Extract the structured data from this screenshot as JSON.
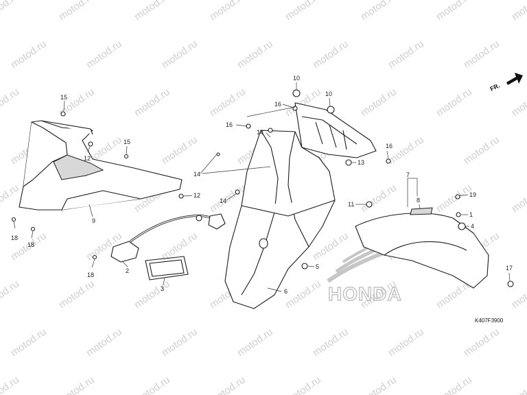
{
  "watermark": "motod.ru",
  "diagram_code": "K407F3900",
  "front_marker": "FR.",
  "brand_mark": "HONDA",
  "callouts": [
    {
      "id": "c10a",
      "label": "10"
    },
    {
      "id": "c10b",
      "label": "10"
    },
    {
      "id": "c16a",
      "label": "16"
    },
    {
      "id": "c16b",
      "label": "16"
    },
    {
      "id": "c16c",
      "label": "16"
    },
    {
      "id": "c15a",
      "label": "15"
    },
    {
      "id": "c15b",
      "label": "15"
    },
    {
      "id": "c14a",
      "label": "14"
    },
    {
      "id": "c14b",
      "label": "14"
    },
    {
      "id": "c14c",
      "label": "14"
    },
    {
      "id": "c12a",
      "label": "12"
    },
    {
      "id": "c12b",
      "label": "12"
    },
    {
      "id": "c9",
      "label": "9"
    },
    {
      "id": "c18a",
      "label": "18"
    },
    {
      "id": "c18b",
      "label": "18"
    },
    {
      "id": "c18c",
      "label": "18"
    },
    {
      "id": "c2",
      "label": "2"
    },
    {
      "id": "c3",
      "label": "3"
    },
    {
      "id": "c13",
      "label": "13"
    },
    {
      "id": "c11",
      "label": "11"
    },
    {
      "id": "c5",
      "label": "5"
    },
    {
      "id": "c6",
      "label": "6"
    },
    {
      "id": "c7",
      "label": "7"
    },
    {
      "id": "c8",
      "label": "8"
    },
    {
      "id": "c19",
      "label": "19"
    },
    {
      "id": "c1",
      "label": "1"
    },
    {
      "id": "c4",
      "label": "4"
    },
    {
      "id": "c17",
      "label": "17"
    }
  ]
}
